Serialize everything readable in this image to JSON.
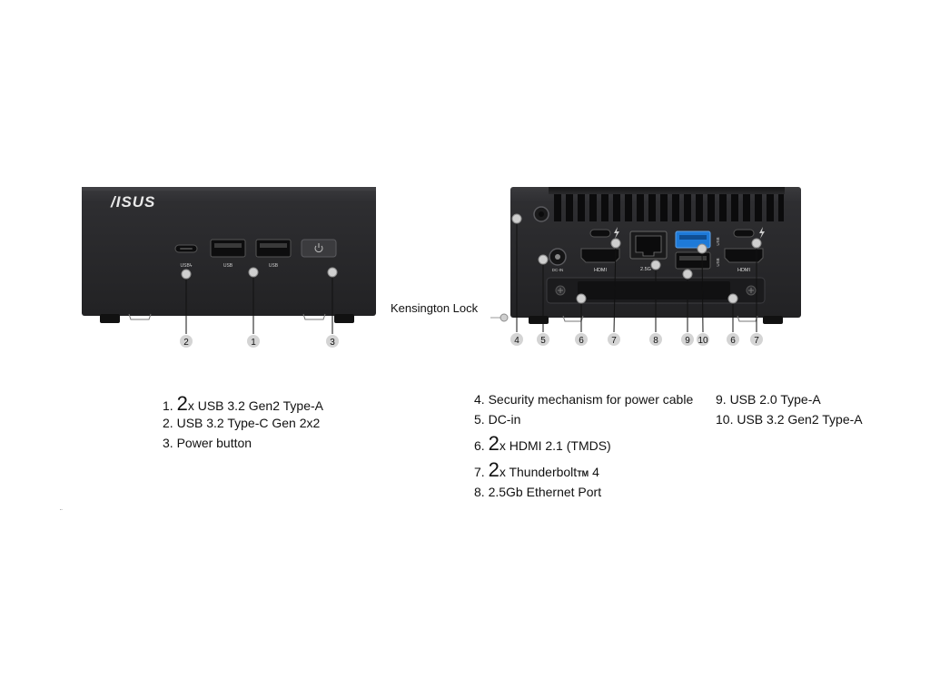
{
  "front_device": {
    "logo": "/ISUS",
    "port_labels": {
      "usbc": "USBϟ",
      "usb_a1": "USB",
      "usb_a2": "USB"
    }
  },
  "rear_device": {
    "port_labels": {
      "dc_in": "DC-IN",
      "hdmi_left": "HDMI",
      "ethernet": "2.5G",
      "hdmi_right": "HDMI",
      "usb_top": "USB",
      "usb_bottom": "USB"
    }
  },
  "kensington_label": "Kensington Lock",
  "callouts_front": [
    "2",
    "1",
    "3"
  ],
  "callouts_rear": [
    "4",
    "5",
    "6",
    "7",
    "8",
    "9",
    "10",
    "6",
    "7"
  ],
  "legend_front": [
    {
      "prefix": "1. ",
      "big": "2",
      "text": "x USB 3.2 Gen2 Type-A"
    },
    {
      "prefix": "2. ",
      "big": "",
      "text": "USB 3.2 Type-C Gen 2x2"
    },
    {
      "prefix": "3. ",
      "big": "",
      "text": "Power button"
    }
  ],
  "legend_rear": [
    {
      "prefix": "4. ",
      "big": "",
      "text": "Security mechanism for power cable",
      "suffix": "",
      "tm": ""
    },
    {
      "prefix": "5. ",
      "big": "",
      "text": "DC-in",
      "suffix": "",
      "tm": ""
    },
    {
      "prefix": "6. ",
      "big": "2",
      "text": "x HDMI 2.1 (TMDS)",
      "suffix": "",
      "tm": ""
    },
    {
      "prefix": "7. ",
      "big": "2",
      "text": "x Thunderbolt",
      "tm": "TM",
      "suffix": " 4"
    },
    {
      "prefix": "8. ",
      "big": "",
      "text": "2.5Gb Ethernet Port",
      "suffix": "",
      "tm": ""
    }
  ],
  "legend_side": [
    {
      "text": "9. USB 2.0 Type-A"
    },
    {
      "text": "10. USB 3.2 Gen2 Type-A"
    }
  ],
  "stray_mark": "¨",
  "colors": {
    "chassis": "#2b2b2d",
    "chassis_edge": "#1a1a1b",
    "port_dark": "#0d0d0e",
    "usb_blue": "#1e7ad8",
    "callout_dot": "#8c8c8c",
    "callout_fill": "#cfcfcf"
  }
}
